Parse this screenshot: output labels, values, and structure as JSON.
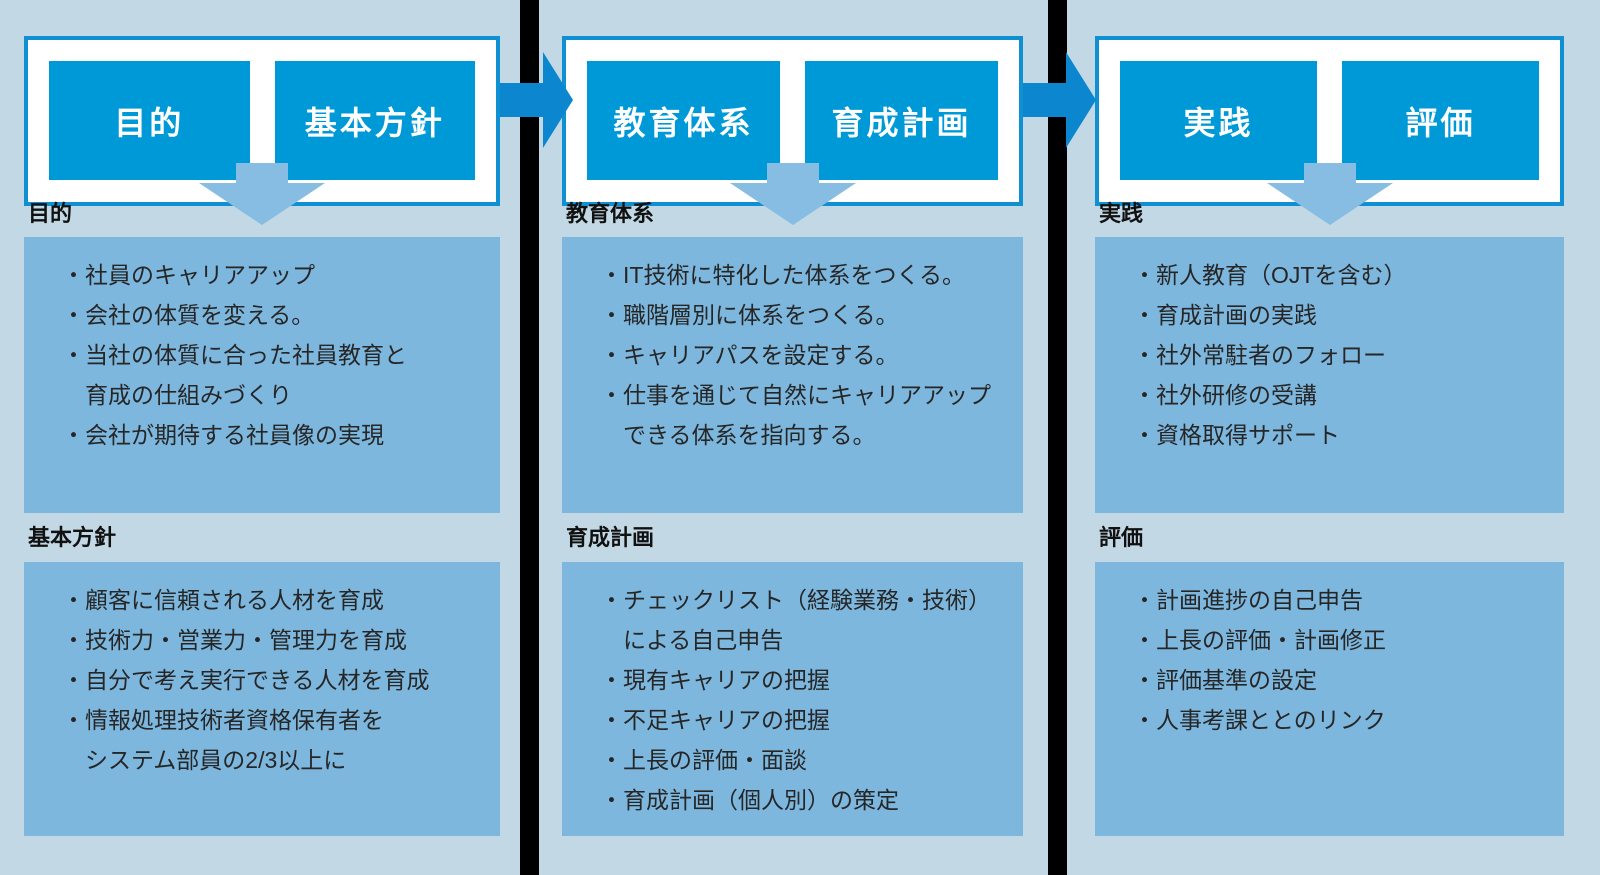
{
  "diagram": {
    "title_implicit": "",
    "colors": {
      "background": "#c2d8e5",
      "panel_blue": "#7db7de",
      "down_arrow_blue": "#87bde2",
      "step_button_blue": "#0099d8",
      "flow_arrow_blue": "#0c86cf",
      "header_border_blue": "#0e90d3",
      "divider_black": "#000000",
      "text_dark": "#262626",
      "step_text_white": "#ffffff"
    },
    "columns": [
      {
        "steps": [
          "目的",
          "基本方針"
        ],
        "sections": [
          {
            "title": "目的",
            "items": [
              "・社員のキャリアアップ",
              "・会社の体質を変える。",
              "・当社の体質に合った社員教育と\n育成の仕組みづくり",
              "・会社が期待する社員像の実現"
            ]
          },
          {
            "title": "基本方針",
            "items": [
              "・顧客に信頼される人材を育成",
              "・技術力・営業力・管理力を育成",
              "・自分で考え実行できる人材を育成",
              "・情報処理技術者資格保有者を\nシステム部員の2/3以上に"
            ]
          }
        ]
      },
      {
        "steps": [
          "教育体系",
          "育成計画"
        ],
        "sections": [
          {
            "title": "教育体系",
            "items": [
              "・IT技術に特化した体系をつくる。",
              "・職階層別に体系をつくる。",
              "・キャリアパスを設定する。",
              "・仕事を通じて自然にキャリアアップ\nできる体系を指向する。"
            ]
          },
          {
            "title": "育成計画",
            "items": [
              "・チェックリスト（経験業務・技術）\nによる自己申告",
              "・現有キャリアの把握",
              "・不足キャリアの把握",
              "・上長の評価・面談",
              "・育成計画（個人別）の策定"
            ]
          }
        ]
      },
      {
        "steps": [
          "実践",
          "評価"
        ],
        "sections": [
          {
            "title": "実践",
            "items": [
              "・新人教育（OJTを含む）",
              "・育成計画の実践",
              "・社外常駐者のフォロー",
              "・社外研修の受講",
              "・資格取得サポート"
            ]
          },
          {
            "title": "評価",
            "items": [
              "・計画進捗の自己申告",
              "・上長の評価・計画修正",
              "・評価基準の設定",
              "・人事考課ととのリンク"
            ]
          }
        ]
      }
    ]
  }
}
